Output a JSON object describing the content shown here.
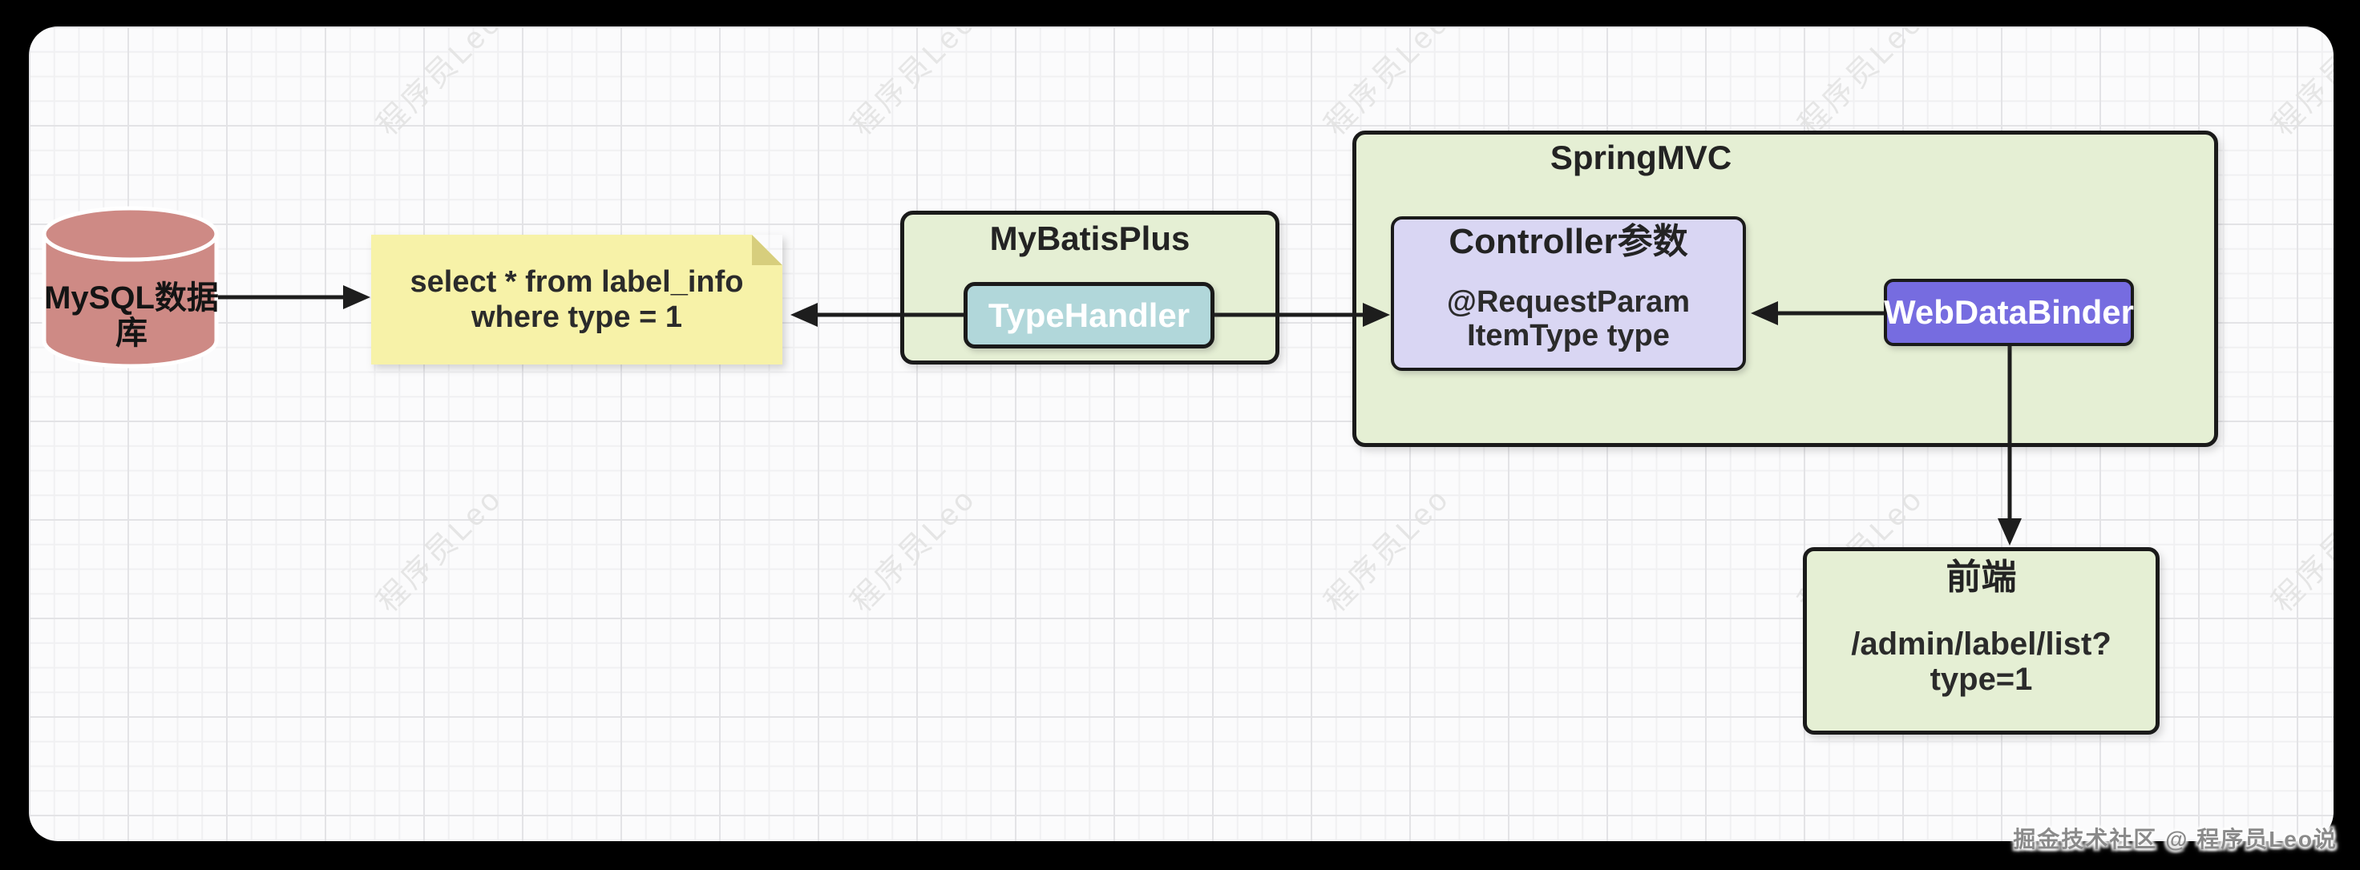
{
  "diagram": {
    "database": {
      "label": "MySQL数据库"
    },
    "sql_note": {
      "line1": "select * from label_info",
      "line2": "where type = 1"
    },
    "mybatis": {
      "title": "MyBatisPlus",
      "type_handler_label": "TypeHandler"
    },
    "springmvc": {
      "title": "SpringMVC",
      "controller": {
        "title": "Controller参数",
        "annotation": "@RequestParam",
        "param": "ItemType type"
      },
      "web_data_binder_label": "WebDataBinder"
    },
    "frontend": {
      "title": "前端",
      "url": "/admin/label/list?type=1"
    }
  },
  "watermark": {
    "text": "程序员Leo"
  },
  "credit": {
    "text": "掘金技术社区 @ 程序员Leo说"
  },
  "colors": {
    "container_fill": "#E5EFD4",
    "container_border": "#1A1A1A",
    "type_handler_fill": "#B1D7DA",
    "controller_fill": "#D9D6F3",
    "web_data_binder_fill": "#766CE0",
    "note_fill": "#F7F2A8",
    "note_fold": "#D7CE7D",
    "cylinder_fill": "#CE8A85",
    "arrow_color": "#1D1D1D"
  }
}
